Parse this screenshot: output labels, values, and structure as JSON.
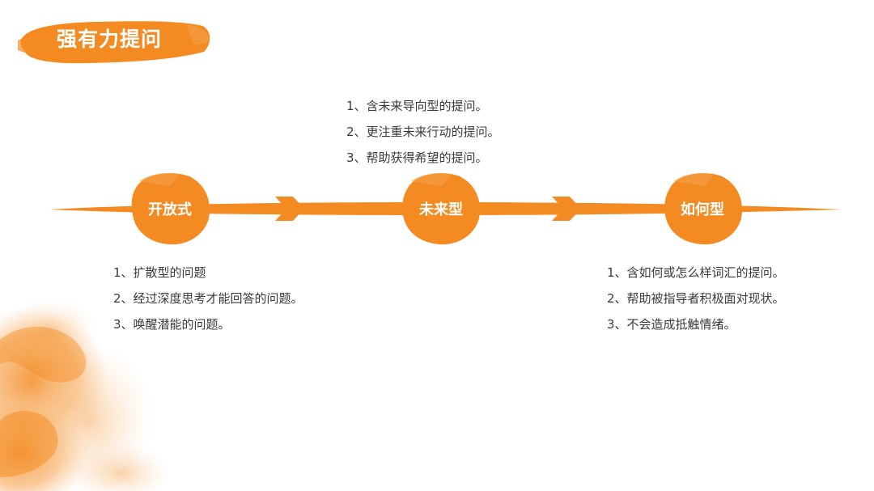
{
  "title": "强有力提问",
  "colors": {
    "accent": "#f38b22",
    "accent_light": "#f7b15b",
    "text": "#3a3a3a",
    "background": "#ffffff"
  },
  "nodes": [
    {
      "label": "开放式"
    },
    {
      "label": "未来型"
    },
    {
      "label": "如何型"
    }
  ],
  "notes": {
    "open": [
      "1、扩散型的问题",
      "2、经过深度思考才能回答的问题。",
      "3、唤醒潜能的问题。"
    ],
    "future": [
      "1、含未来导向型的提问。",
      "2、更注重未来行动的提问。",
      "3、帮助获得希望的提问。"
    ],
    "how": [
      "1、含如何或怎么样词汇的提问。",
      "2、帮助被指导者积极面对现状。",
      "3、不会造成抵触情绪。"
    ]
  }
}
